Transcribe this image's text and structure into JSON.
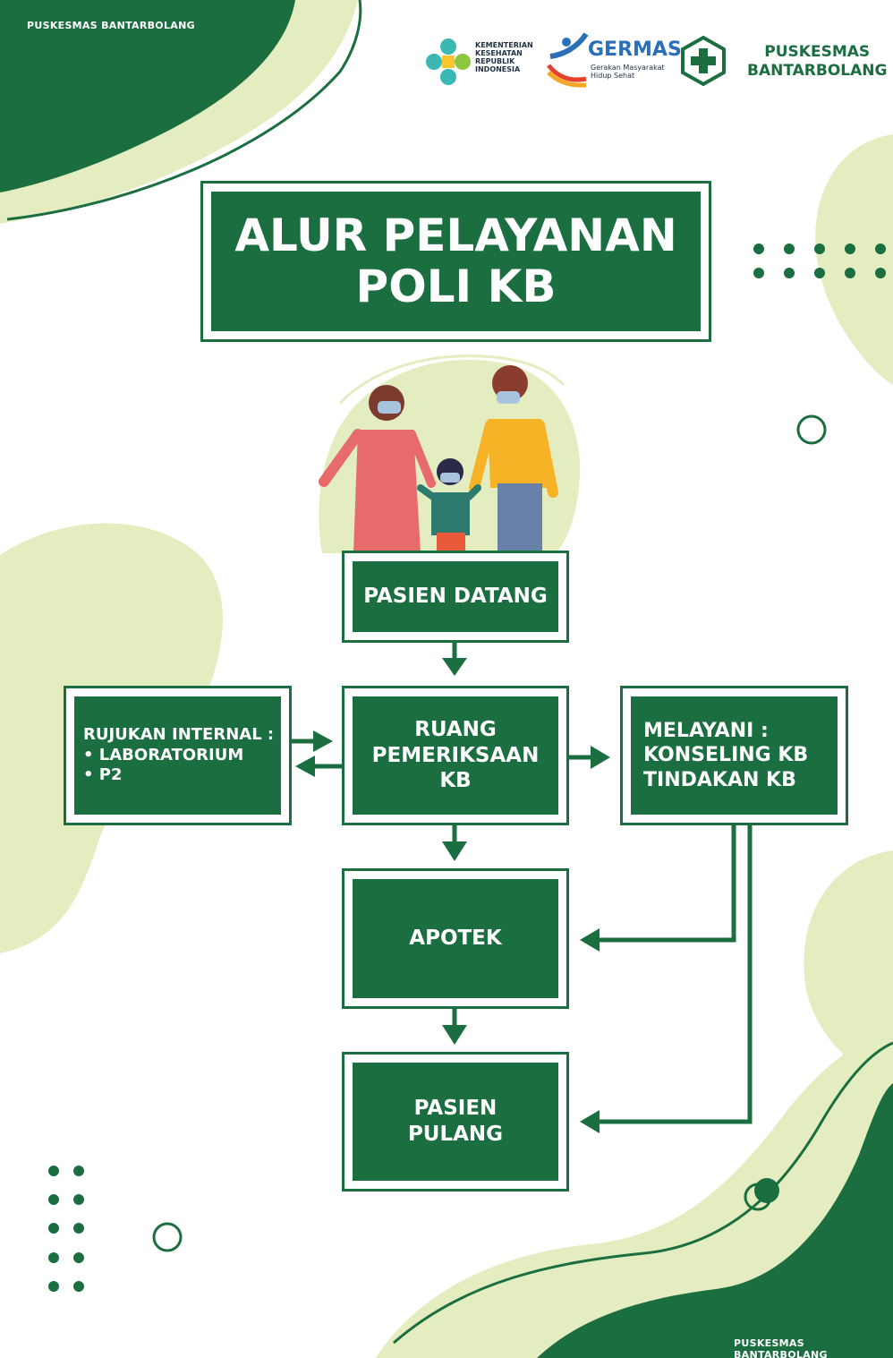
{
  "brand": {
    "top_label": "PUSKESMAS BANTARBOLANG",
    "bottom_label": "PUSKESMAS BANTARBOLANG"
  },
  "logos": {
    "kemenkes": [
      "KEMENTERIAN",
      "KESEHATAN",
      "REPUBLIK",
      "INDONESIA"
    ],
    "germas_title": "GERMAS",
    "germas_sub": [
      "Gerakan Masyarakat",
      "Hidup Sehat"
    ],
    "puskesmas": [
      "PUSKESMAS",
      "BANTARBOLANG"
    ]
  },
  "title": [
    "ALUR PELAYANAN",
    "POLI KB"
  ],
  "flow": {
    "arrival": "PASIEN DATANG",
    "exam": [
      "RUANG",
      "PEMERIKSAAN",
      "KB"
    ],
    "referral_heading": "RUJUKAN INTERNAL :",
    "referral_items": [
      "• LABORATORIUM",
      "• P2"
    ],
    "service_heading": "MELAYANI :",
    "service_items": [
      "KONSELING KB",
      "TINDAKAN KB"
    ],
    "pharmacy": "APOTEK",
    "discharge": [
      "PASIEN",
      "PULANG"
    ]
  },
  "colors": {
    "dark_green": "#1a6e3f",
    "light_green": "#e3edc0",
    "white": "#ffffff"
  },
  "icons": [
    "kemenkes-logo-icon",
    "germas-logo-icon",
    "puskesmas-logo-icon",
    "family-illustration"
  ]
}
